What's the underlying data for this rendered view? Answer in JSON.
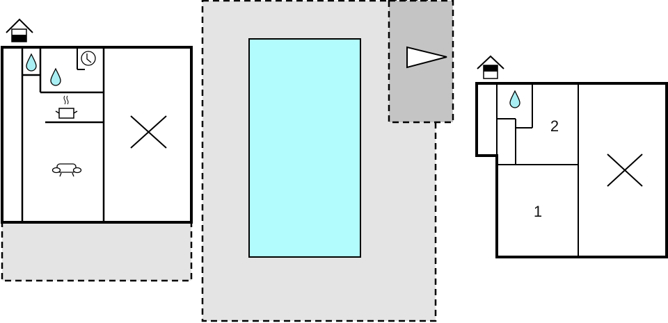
{
  "colors": {
    "wall": "#000000",
    "terrace": "#e4e4e4",
    "terrace_dark": "#c4c4c4",
    "pool": "#b2fcfd",
    "water_drop": "#a8eef2",
    "background": "#ffffff"
  },
  "floorplan": {
    "left_building": {
      "entrance_icon": "house-entrance-icon",
      "rooms": [
        {
          "name": "bathroom-1",
          "icon": "water-drop-icon"
        },
        {
          "name": "bathroom-2",
          "icon": "water-drop-icon"
        },
        {
          "name": "utility",
          "icon": "clock-icon"
        },
        {
          "name": "kitchen",
          "icon": "cooking-pot-icon"
        },
        {
          "name": "living-room",
          "icon": "sofa-icon"
        },
        {
          "name": "open-space",
          "icon": "cross-icon"
        }
      ]
    },
    "pool_area": {
      "pool": "swimming-pool",
      "corner_zone_icon": "triangle-pointer-icon"
    },
    "right_building": {
      "entrance_icon": "house-entrance-icon",
      "rooms": [
        {
          "name": "bathroom",
          "icon": "water-drop-icon"
        },
        {
          "name": "bedroom-2",
          "label": "2"
        },
        {
          "name": "bedroom-1",
          "label": "1"
        },
        {
          "name": "open-space",
          "icon": "cross-icon"
        }
      ]
    }
  }
}
